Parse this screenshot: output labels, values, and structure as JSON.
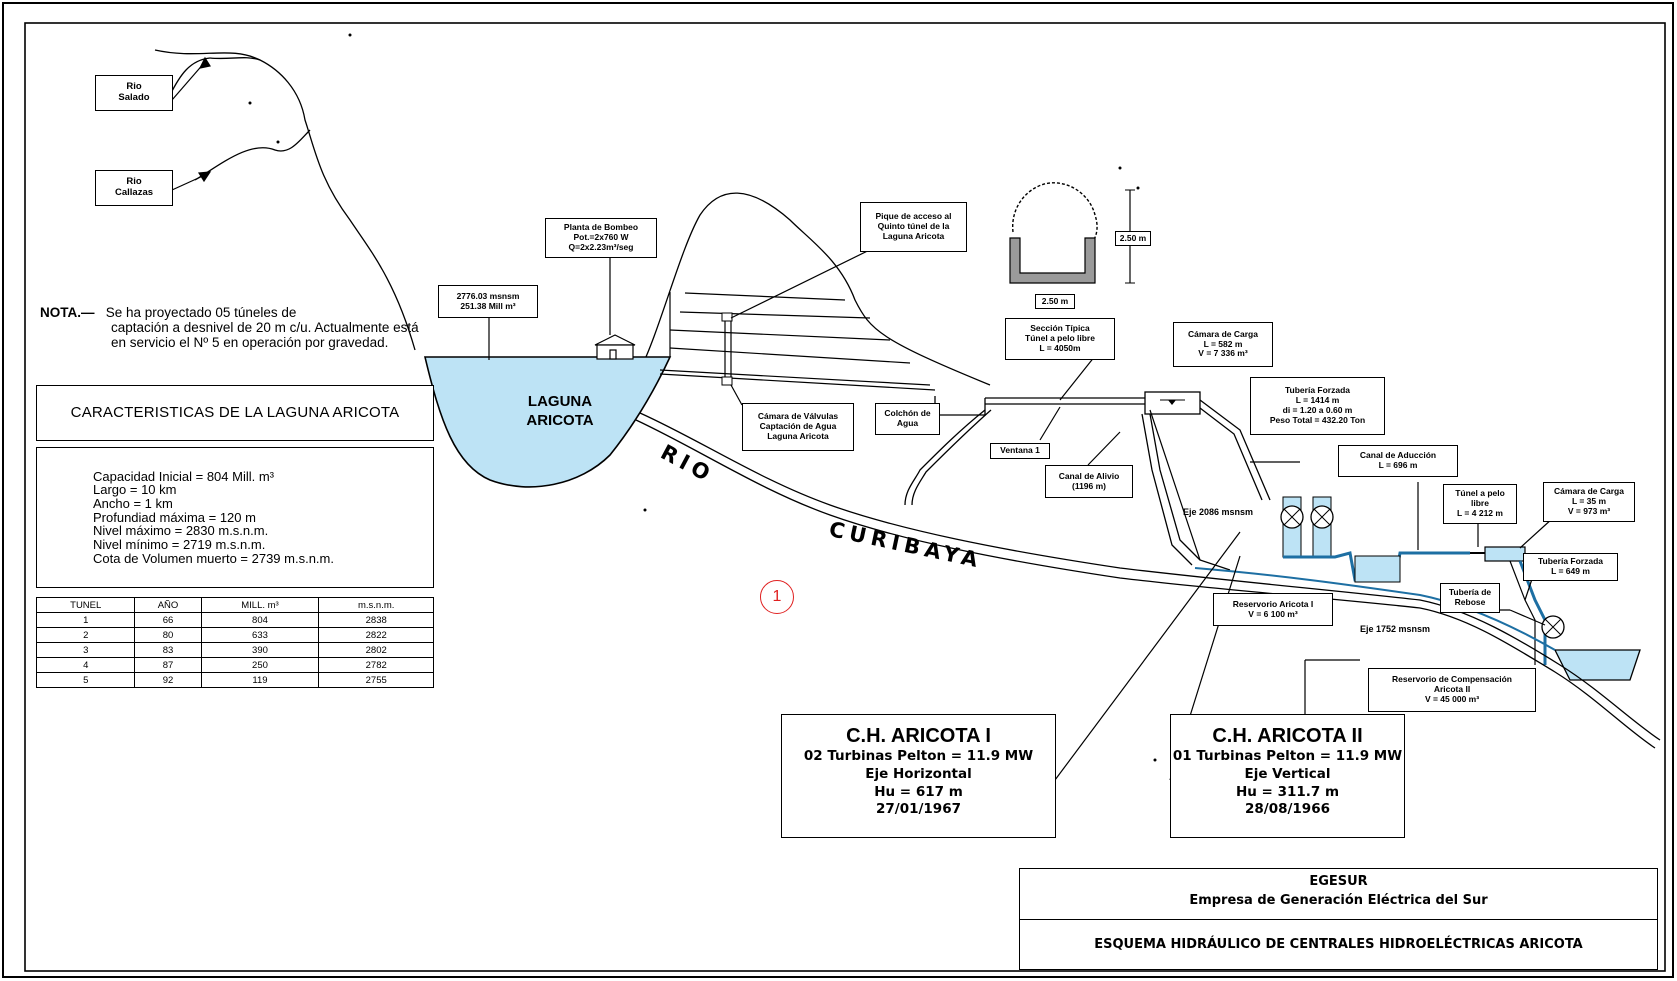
{
  "labels": {
    "rio_salado": [
      "Rio",
      "Salado"
    ],
    "rio_callazas": [
      "Rio",
      "Callazas"
    ],
    "planta_bombeo": [
      "Planta de Bombeo",
      "Pot.=2x760 W",
      "Q=2x2.23m³/seg"
    ],
    "pique_acceso": [
      "Pique de acceso al",
      "Quinto túnel de la",
      "Laguna Aricota"
    ],
    "nivel_laguna": [
      "2776.03 msnsm",
      "251.38 Mill m³"
    ],
    "laguna": [
      "LAGUNA",
      "ARICOTA"
    ],
    "camara_valvulas": [
      "Cámara de Válvulas",
      "Captación de Agua",
      "Laguna Aricota"
    ],
    "colchon_agua": [
      "Colchón de",
      "Agua"
    ],
    "seccion_tipica": [
      "Sección Típica",
      "Túnel a pelo libre",
      "L = 4050m"
    ],
    "ventana": "Ventana 1",
    "canal_alivio": [
      "Canal de Alivio",
      "(1196 m)"
    ],
    "camara_carga_1": [
      "Cámara de Carga",
      "L = 582 m",
      "V = 7 336 m³"
    ],
    "tuberia_forzada_1": [
      "Tubería Forzada",
      "L = 1414 m",
      "di = 1.20 a 0.60 m",
      "Peso Total = 432.20 Ton"
    ],
    "canal_aduccion": [
      "Canal de Aducción",
      "L = 696 m"
    ],
    "tunel_pelo_libre": [
      "Túnel a pelo",
      "libre",
      "L = 4 212 m"
    ],
    "camara_carga_2": [
      "Cámara de Carga",
      "L = 35 m",
      "V = 973 m³"
    ],
    "tuberia_forzada_2": [
      "Tubería Forzada",
      "L = 649 m"
    ],
    "tuberia_rebose": [
      "Tubería de",
      "Rebose"
    ],
    "reservorio_1": [
      "Reservorio Aricota I",
      "V = 6 100 m³"
    ],
    "reservorio_compensacion": [
      "Reservorio de Compensación",
      "Aricota  II",
      "V = 45 000  m³"
    ],
    "eje_1": "Eje 2086 msnsm",
    "eje_2": "Eje 1752 msnsm",
    "dim_height": "2.50 m",
    "dim_width": "2.50 m",
    "rio": "RIO",
    "curibaya": "CURIBAYA",
    "marker": "1"
  },
  "nota": {
    "label": "NOTA.—",
    "lines": [
      "Se ha proyectado 05  túneles  de",
      "captación a desnivel de 20 m c/u. Actualmente está",
      "en servicio  el Nº 5 en operación por gravedad."
    ]
  },
  "caracteristicas": {
    "title": "CARACTERISTICAS DE LA LAGUNA ARICOTA",
    "items": [
      "Capacidad Inicial  =  804 Mill. m³",
      "Largo  =  10 km",
      "Ancho  =  1 km",
      "Profundiad máxima  =  120 m",
      "Nivel máximo  =  2830 m.s.n.m.",
      "Nivel mínimo  =  2719 m.s.n.m.",
      "Cota de Volumen muerto  =  2739 m.s.n.m."
    ]
  },
  "tunnels_table": {
    "headers": [
      "TUNEL",
      "AÑO",
      "MILL. m³",
      "m.s.n.m."
    ],
    "rows": [
      [
        "1",
        "66",
        "804",
        "2838"
      ],
      [
        "2",
        "80",
        "633",
        "2822"
      ],
      [
        "3",
        "83",
        "390",
        "2802"
      ],
      [
        "4",
        "87",
        "250",
        "2782"
      ],
      [
        "5",
        "92",
        "119",
        "2755"
      ]
    ]
  },
  "plant_1": {
    "title": "C.H. ARICOTA I",
    "lines": [
      "02 Turbinas Pelton = 11.9 MW",
      "Eje Horizontal",
      "Hu = 617 m",
      "27/01/1967"
    ]
  },
  "plant_2": {
    "title": "C.H. ARICOTA II",
    "lines": [
      "01 Turbinas Pelton = 11.9 MW",
      "Eje Vertical",
      "Hu = 311.7 m",
      "28/08/1966"
    ]
  },
  "title_block": {
    "company_short": "EGESUR",
    "company_full": "Empresa de Generación Eléctrica del Sur",
    "drawing_title": "ESQUEMA HIDRÁULICO DE CENTRALES HIDROELÉCTRICAS ARICOTA"
  },
  "colors": {
    "water": "#bde3f5",
    "line": "#000000",
    "marker": "#e02020",
    "water_edge": "#1d6fa3"
  }
}
